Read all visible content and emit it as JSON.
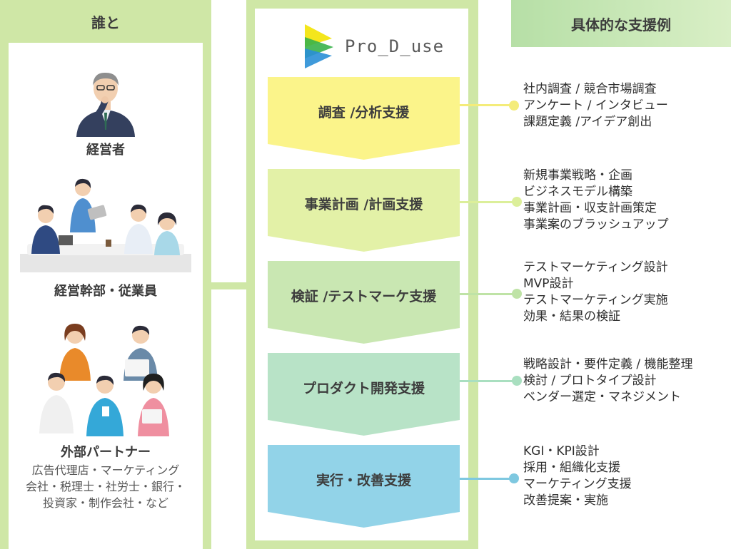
{
  "left": {
    "header": "誰と",
    "groups": [
      {
        "label": "経営者",
        "sub": []
      },
      {
        "label": "経営幹部・従業員",
        "sub": []
      },
      {
        "label": "外部パートナー",
        "sub": [
          "広告代理店・マーケティング",
          "会社・税理士・社労士・銀行・",
          "投資家・制作会社・など"
        ]
      }
    ]
  },
  "center": {
    "logo_text": "Pro_D_use",
    "steps": [
      {
        "label": "調査 /分析支援",
        "color": "#fbf48a"
      },
      {
        "label": "事業計画 /計画支援",
        "color": "#e3f1a7"
      },
      {
        "label": "検証 /テストマーケ支援",
        "color": "#c9e7b2"
      },
      {
        "label": "プロダクト開発支援",
        "color": "#b8e3c7"
      },
      {
        "label": "実行・改善支援",
        "color": "#92d3e8"
      }
    ]
  },
  "right": {
    "header": "具体的な支援例",
    "examples": [
      [
        "社内調査 / 競合市場調査",
        "アンケート / インタビュー",
        "課題定義 /アイデア創出"
      ],
      [
        "新規事業戦略・企画",
        "ビジネスモデル構築",
        "事業計画・収支計画策定",
        "事業案のブラッシュアップ"
      ],
      [
        "テストマーケティング設計",
        "MVP設計",
        "テストマーケティング実施",
        "効果・結果の検証"
      ],
      [
        "戦略設計・要件定義 / 機能整理",
        "検討 / プロトタイプ設計",
        "ベンダー選定・マネジメント"
      ],
      [
        "KGI・KPI設計",
        "採用・組織化支援",
        "マーケティング支援",
        "改善提案・実施"
      ]
    ]
  }
}
